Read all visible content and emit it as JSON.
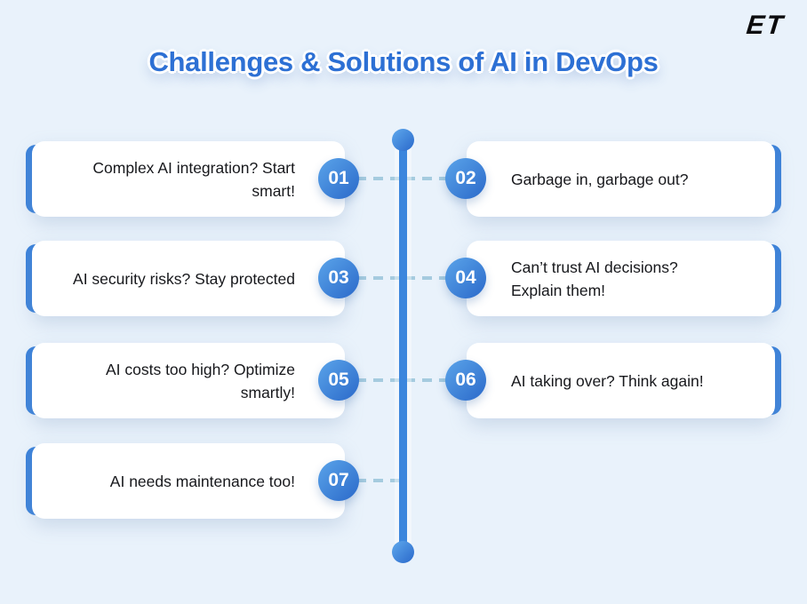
{
  "page": {
    "logo": "ET",
    "title": "Challenges & Solutions of AI in DevOps",
    "background_color": "#e9f2fb",
    "accent_color": "#3b82da",
    "dash_color": "#a5cbdf",
    "line_color": "#3b86dd",
    "title_color": "#2d70d4"
  },
  "timeline": {
    "items": [
      {
        "number": "01",
        "side": "left",
        "text": "Complex AI integration? Start smart!"
      },
      {
        "number": "02",
        "side": "right",
        "text": "Garbage in, garbage out?"
      },
      {
        "number": "03",
        "side": "left",
        "text": "AI security risks? Stay protected"
      },
      {
        "number": "04",
        "side": "right",
        "text": "Can’t trust AI decisions? Explain them!"
      },
      {
        "number": "05",
        "side": "left",
        "text": "AI costs too high? Optimize smartly!"
      },
      {
        "number": "06",
        "side": "right",
        "text": "AI taking over? Think again!"
      },
      {
        "number": "07",
        "side": "left",
        "text": "AI needs maintenance too!"
      }
    ]
  }
}
